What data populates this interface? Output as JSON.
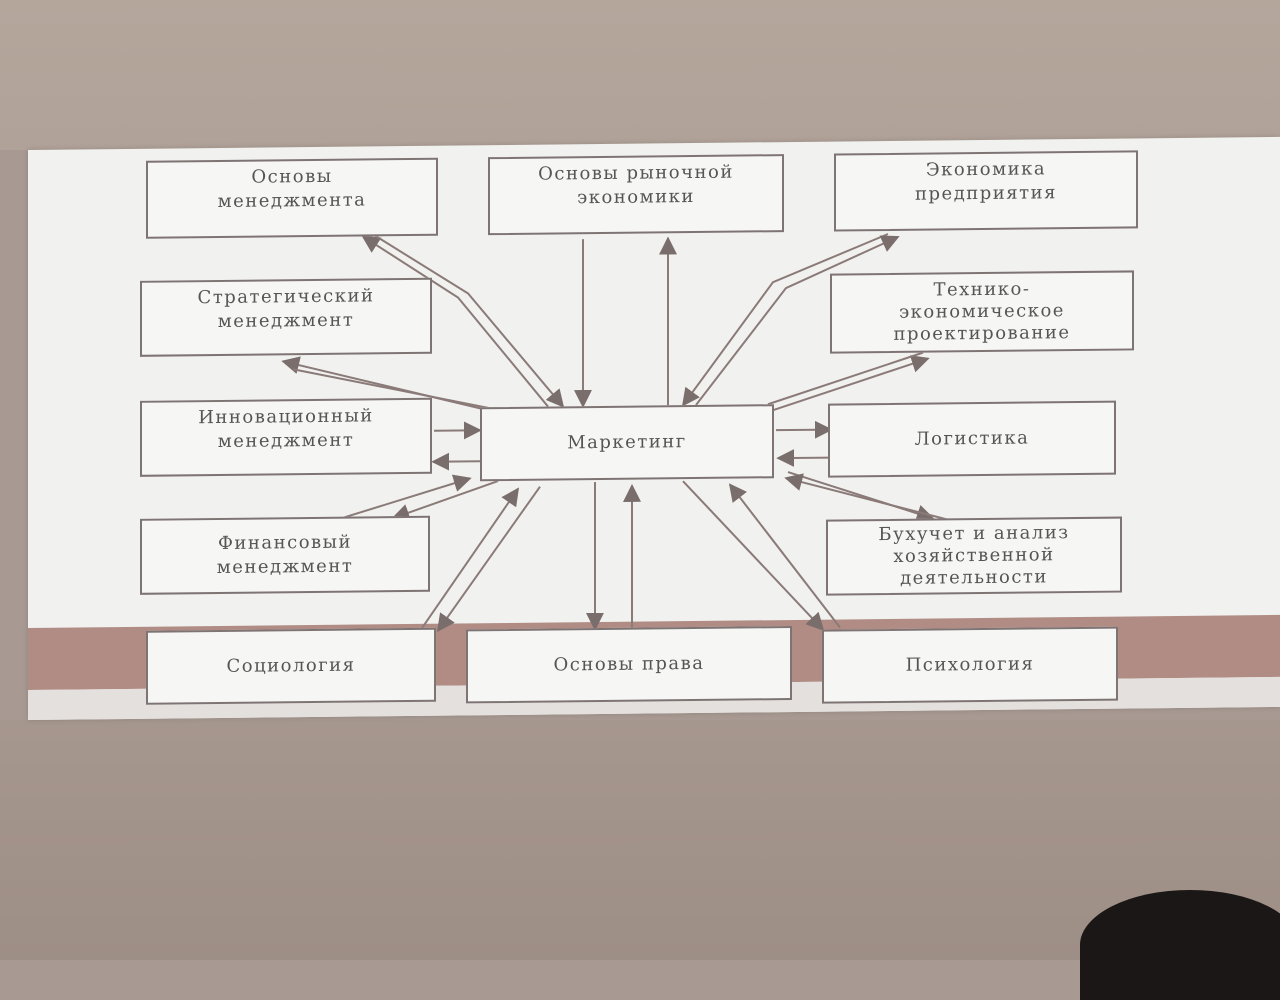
{
  "diagram": {
    "center": "Маркетинг",
    "nodes": [
      {
        "id": "osnovy-menedzhmenta",
        "label": "Основы\nменеджмента"
      },
      {
        "id": "osnovy-rynochnoy-ekonomiki",
        "label": "Основы рыночной\nэкономики"
      },
      {
        "id": "ekonomika-predpriyatiya",
        "label": "Экономика\nпредприятия"
      },
      {
        "id": "strategicheskiy-menedzhment",
        "label": "Стратегический\nменеджмент"
      },
      {
        "id": "tekhniko-ekonomicheskoe",
        "label": "Технико-\nэкономическое\nпроектирование"
      },
      {
        "id": "innovatsionnyy-menedzhment",
        "label": "Инновационный\nменеджмент"
      },
      {
        "id": "logistika",
        "label": "Логистика"
      },
      {
        "id": "finansovyy-menedzhment",
        "label": "Финансовый\nменеджмент"
      },
      {
        "id": "bukhuchet",
        "label": "Бухучет и анализ\nхозяйственной\nдеятельности"
      },
      {
        "id": "sotsiologiya",
        "label": "Социология"
      },
      {
        "id": "osnovy-prava",
        "label": "Основы права"
      },
      {
        "id": "psikhologiya",
        "label": "Психология"
      }
    ]
  },
  "colors": {
    "slide": "#f1f1ef",
    "border": "#7e7474",
    "arrow": "#8a7a78",
    "band": "#b08c84"
  }
}
